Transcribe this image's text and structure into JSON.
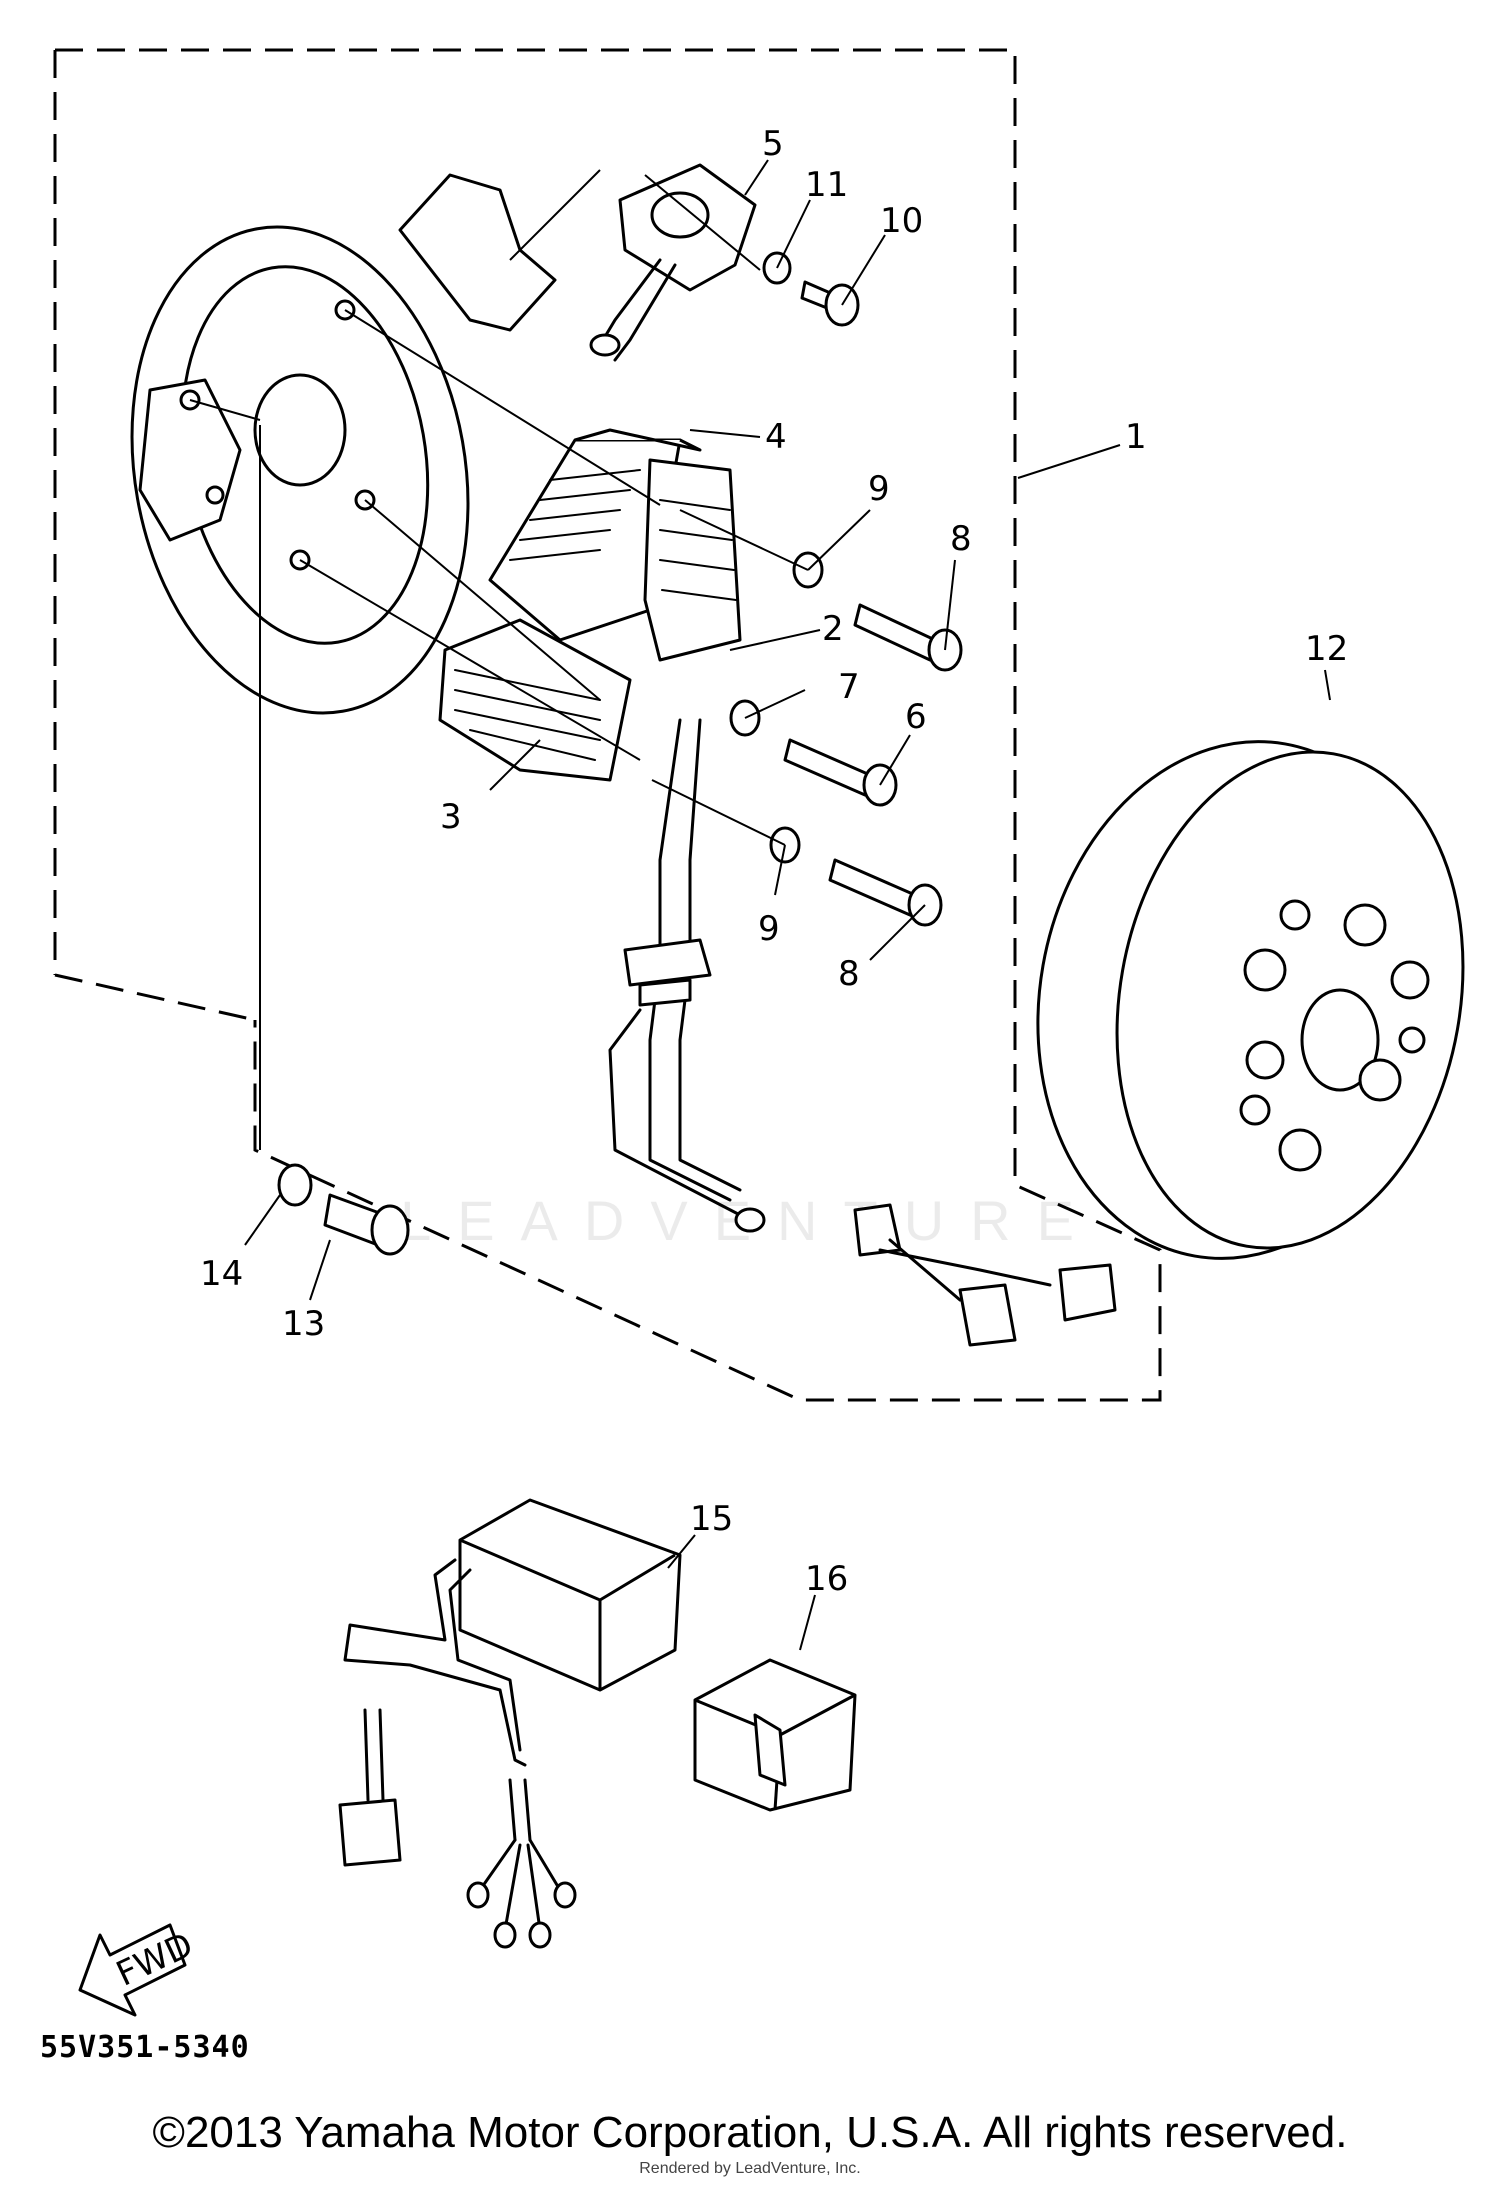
{
  "callouts": {
    "c1": "1",
    "c2": "2",
    "c3": "3",
    "c4": "4",
    "c5": "5",
    "c6": "6",
    "c7": "7",
    "c8a": "8",
    "c8b": "8",
    "c9a": "9",
    "c9b": "9",
    "c10": "10",
    "c11": "11",
    "c12": "12",
    "c13": "13",
    "c14": "14",
    "c15": "15",
    "c16": "16"
  },
  "fwd_label": "FWD",
  "part_number": "55V351-5340",
  "copyright": "©2013 Yamaha Motor Corporation, U.S.A. All rights reserved.",
  "rendered_by": "Rendered by LeadVenture, Inc.",
  "watermark": "LEADVENTURE"
}
